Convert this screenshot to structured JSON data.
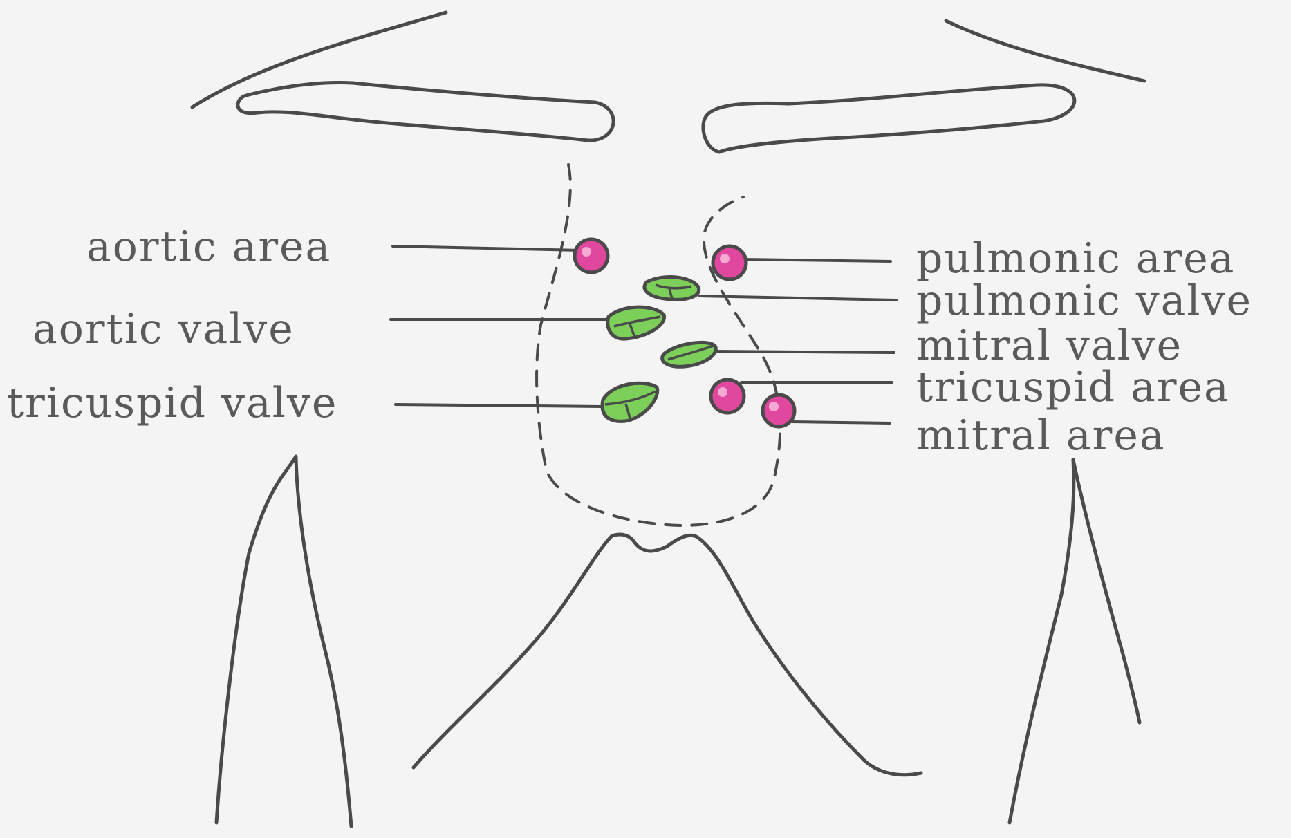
{
  "labels": {
    "aortic_area": "aortic area",
    "aortic_valve": "aortic valve",
    "tricuspid_valve": "tricuspid valve",
    "pulmonic_area": "pulmonic area",
    "pulmonic_valve": "pulmonic valve",
    "mitral_valve": "mitral valve",
    "tricuspid_area": "tricuspid area",
    "mitral_area": "mitral area"
  },
  "colors": {
    "background": "#f3f4f3",
    "ink": "#4a4a4a",
    "auscultation_area": "#e0479f",
    "valve": "#7ccf58"
  }
}
